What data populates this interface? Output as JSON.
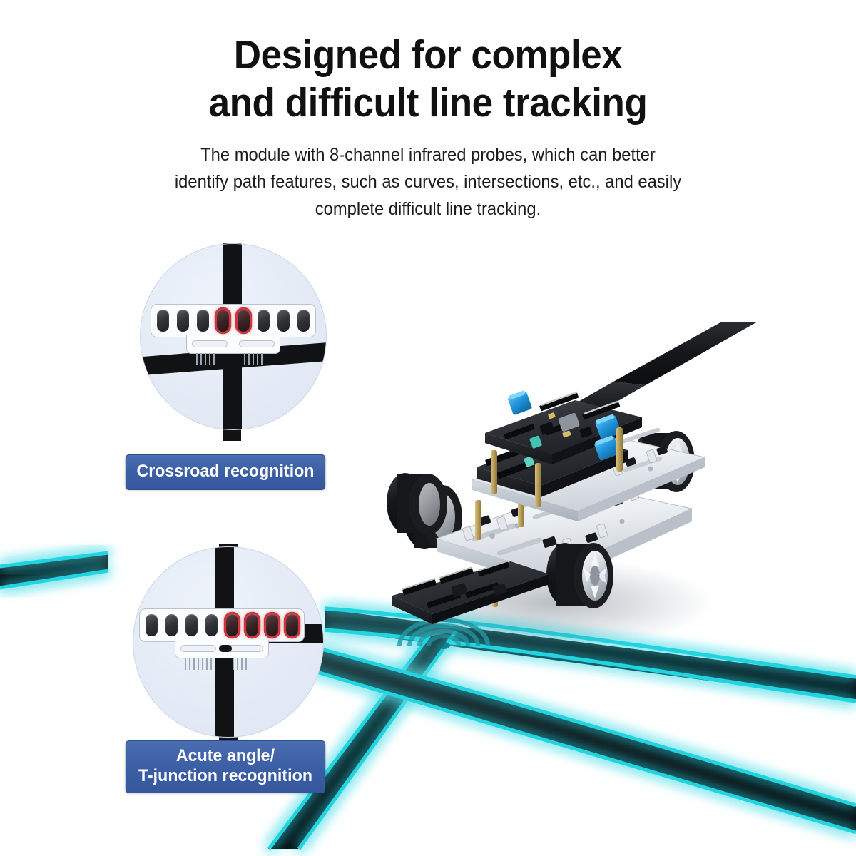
{
  "header": {
    "title_line1": "Designed for complex",
    "title_line2": "and difficult line tracking",
    "subtitle_line1": "The module with 8-channel infrared probes, which can better",
    "subtitle_line2": "identify path features, such as curves, intersections, etc., and easily",
    "subtitle_line3": "complete difficult line tracking."
  },
  "callouts": [
    {
      "id": "crossroad",
      "badge_label": "Crossroad recognition",
      "scene": "crossroad",
      "probe_count": 8,
      "lit_probes": [
        4,
        5
      ],
      "description": "Sensor bar centered over a crossroad intersection; the two middle infrared probes detect the vertical black line."
    },
    {
      "id": "tjunction",
      "badge_label_line1": "Acute angle/",
      "badge_label_line2": "T-junction recognition",
      "scene": "t-junction",
      "probe_count": 8,
      "lit_probes": [
        5,
        6,
        7,
        8
      ],
      "description": "Sensor bar over a T-junction; the four right-side infrared probes detect the branching black line."
    }
  ],
  "product": {
    "name": "line-tracking robot car",
    "chassis": "aluminium",
    "wheel_count": 4,
    "sensor_module": "8-channel infrared line tracking module"
  },
  "colors": {
    "badge_blue": "#3b5ea4",
    "probe_lit_red": "#d0353d",
    "track_black": "#111214",
    "track_glow_cyan": "#22d3e0",
    "circle_fill": "#e3eaf5",
    "page_background": "#ffffff",
    "pcb_terminal_blue": "#2196dd"
  }
}
